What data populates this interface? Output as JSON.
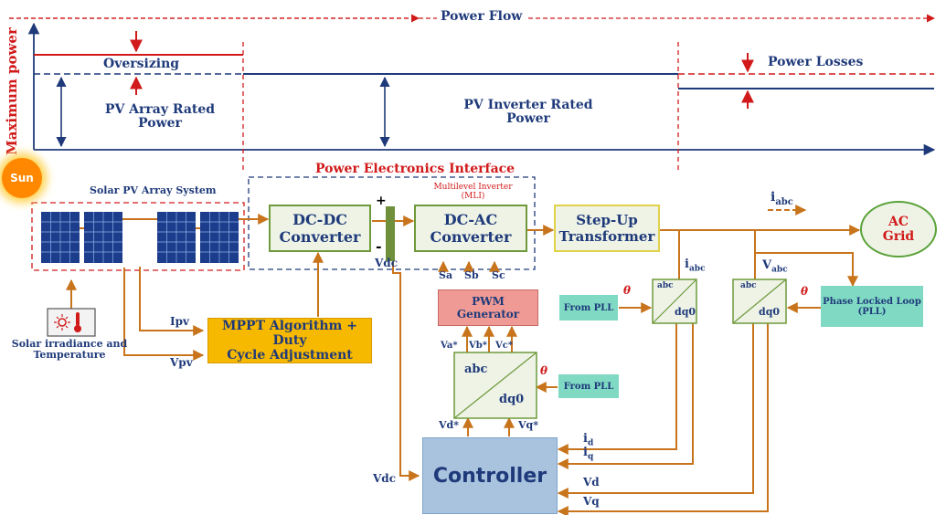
{
  "top": {
    "power_flow": "Power Flow",
    "y_axis_label": "Maximum power",
    "oversizing": "Oversizing",
    "pv_array_rated_line1": "PV Array Rated",
    "pv_array_rated_line2": "Power",
    "pv_inverter_rated_line1": "PV Inverter Rated",
    "pv_inverter_rated_line2": "Power",
    "power_losses": "Power Losses"
  },
  "system": {
    "sun": "Sun",
    "solar_pv_array": "Solar PV Array System",
    "power_electronics_interface": "Power Electronics Interface",
    "mli_line1": "Multilevel Inverter",
    "mli_line2": "(MLI)",
    "dcdc_line1": "DC-DC",
    "dcdc_line2": "Converter",
    "dcac_line1": "DC-AC",
    "dcac_line2": "Converter",
    "stepup_line1": "Step-Up",
    "stepup_line2": "Transformer",
    "grid_line1": "AC",
    "grid_line2": "Grid",
    "plus": "+",
    "minus": "-",
    "vdc_top": "Vdc",
    "vdc_ctrl": "Vdc",
    "i_abc_flow": "i",
    "i_abc_flow_sub": "abc",
    "irradiance_line1": "Solar irradiance and",
    "irradiance_line2": "Temperature",
    "mppt_line1": "MPPT Algorithm + Duty",
    "mppt_line2": "Cycle Adjustment",
    "ipv": "Ipv",
    "vpv": "Vpv",
    "pwm": "PWM Generator",
    "sa": "Sa",
    "sb": "Sb",
    "sc": "Sc",
    "va_star": "Va*",
    "vb_star": "Vb*",
    "vc_star": "Vc*",
    "abc": "abc",
    "dq0": "dq0",
    "theta": "θ",
    "from_pll_1": "From PLL",
    "from_pll_2": "From PLL",
    "i_abc_meas": "i",
    "i_abc_meas_sub": "abc",
    "v_abc_meas": "V",
    "v_abc_meas_sub": "abc",
    "pll_line1": "Phase Locked Loop",
    "pll_line2": "(PLL)",
    "controller": "Controller",
    "vd_star": "Vd*",
    "vq_star": "Vq*",
    "id": "i",
    "id_sub": "d",
    "iq": "i",
    "iq_sub": "q",
    "vd": "Vd",
    "vq": "Vq"
  },
  "colors": {
    "navy": "#1f3a7a",
    "red": "#d11a1a",
    "orange_line": "#c8741c",
    "mppt": "#f7b800",
    "pwm": "#ef9a94",
    "pll": "#7fd9c3",
    "controller": "#a9c3de",
    "transform_fill": "#eef3e6",
    "box_border": "#6f9a3c",
    "grid_border": "#5aa23a",
    "sun": "#ff8800"
  },
  "icons": [
    "sun-icon",
    "solar-panel-icon",
    "sensor-icon",
    "thermometer-icon",
    "dashed-arrow-icon"
  ]
}
